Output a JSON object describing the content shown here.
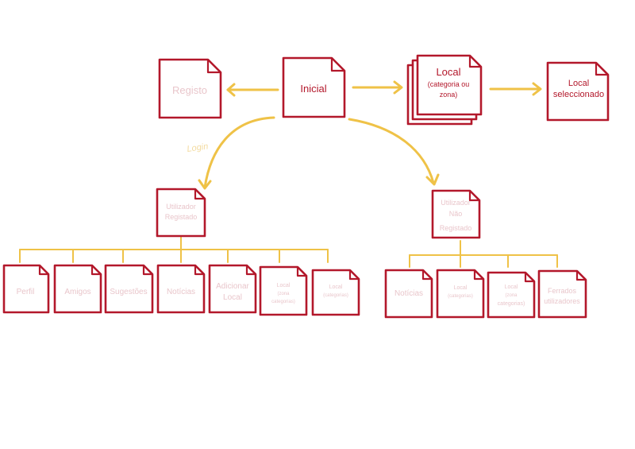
{
  "nodes": {
    "registo": "Registo",
    "inicial": "Inicial",
    "local_line1": "Local",
    "local_line2": "(categoria ou",
    "local_line3": "zona)",
    "local_sel_line1": "Local",
    "local_sel_line2": "seleccionado",
    "reg_line1": "Utilizador",
    "reg_line2": "Registado",
    "nreg_line1": "Utilizador",
    "nreg_line2": "Não",
    "nreg_line3": "Registado",
    "perfil": "Perfil",
    "amigos": "Amigos",
    "sugestoes": "Sugestões",
    "noticias1": "Notícias",
    "adicionar_line1": "Adicionar",
    "adicionar_line2": "Local",
    "lz1_line1": "Local",
    "lz1_line2": "(zona",
    "lz1_line3": "categorias)",
    "lc1_line1": "Local",
    "lc1_line2": "(categorias)",
    "noticias2": "Notícias",
    "lz2_line1": "Local",
    "lz2_line2": "(categorias)",
    "lc2_line1": "Local",
    "lc2_line2": "(zona",
    "lc2_line3": "categorias)",
    "ferrados_line1": "Ferrados",
    "ferrados_line2": "utilizadores"
  },
  "edge_labels": {
    "login": "Login"
  },
  "colors": {
    "node_border": "#b3182b",
    "arrow": "#efc247"
  }
}
